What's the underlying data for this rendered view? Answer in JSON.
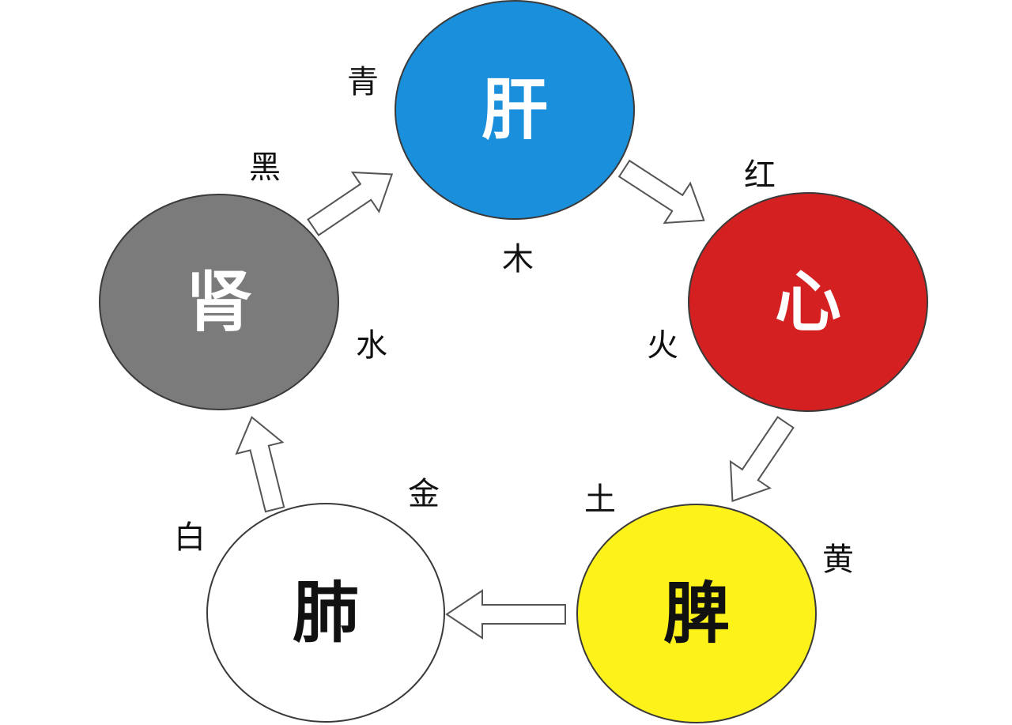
{
  "diagram": {
    "nodes": [
      {
        "id": "liver",
        "organ": "肝",
        "element": "木",
        "color_name": "青",
        "fill": "#1a8fdb",
        "text_color": "#ffffff"
      },
      {
        "id": "heart",
        "organ": "心",
        "element": "火",
        "color_name": "红",
        "fill": "#d42020",
        "text_color": "#ffffff"
      },
      {
        "id": "spleen",
        "organ": "脾",
        "element": "土",
        "color_name": "黄",
        "fill": "#fdf21a",
        "text_color": "#111111"
      },
      {
        "id": "lung",
        "organ": "肺",
        "element": "金",
        "color_name": "白",
        "fill": "#ffffff",
        "text_color": "#111111"
      },
      {
        "id": "kidney",
        "organ": "肾",
        "element": "水",
        "color_name": "黑",
        "fill": "#7b7b7b",
        "text_color": "#ffffff"
      }
    ],
    "cycle": [
      {
        "from": "liver",
        "to": "heart"
      },
      {
        "from": "heart",
        "to": "spleen"
      },
      {
        "from": "spleen",
        "to": "lung"
      },
      {
        "from": "lung",
        "to": "kidney"
      },
      {
        "from": "kidney",
        "to": "liver"
      }
    ]
  }
}
